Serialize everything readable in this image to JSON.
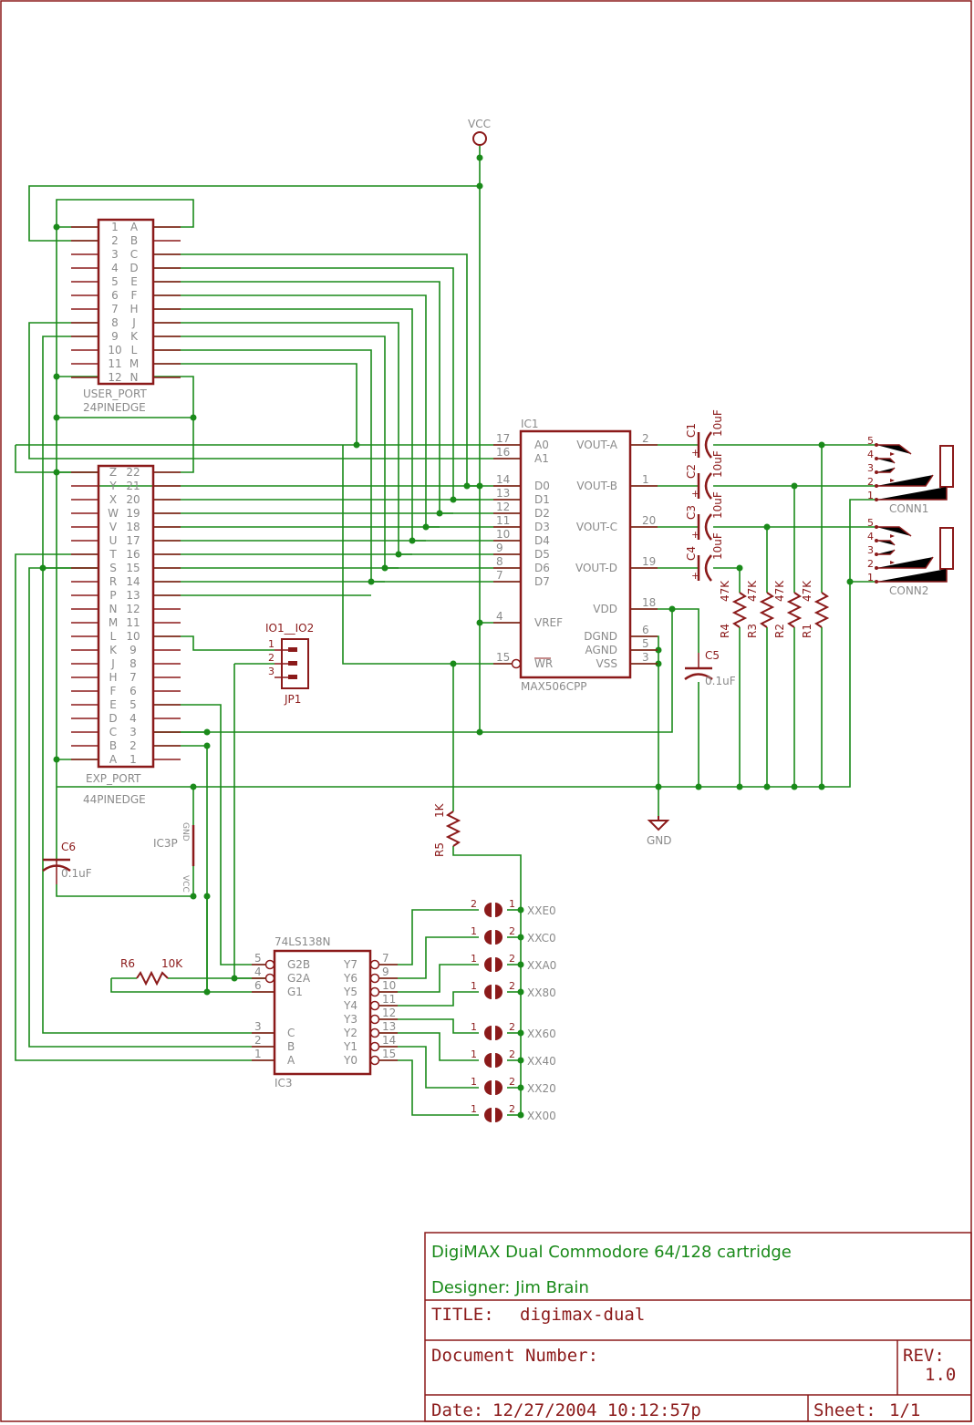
{
  "title_block": {
    "project_title": "DigiMAX Dual Commodore 64/128 cartridge",
    "designer": "Designer: Jim Brain",
    "title_label": "TITLE:",
    "title_value": "digimax-dual",
    "doc_number_label": "Document Number:",
    "rev_label": "REV:",
    "rev_value": "1.0",
    "date_label": "Date:",
    "date_value": "12/27/2004 10:12:57p",
    "sheet_label": "Sheet:",
    "sheet_value": "1/1"
  },
  "power": {
    "vcc": "VCC",
    "gnd": "GND"
  },
  "user_port": {
    "name": "USER_PORT",
    "value": "24PINEDGE",
    "left_pins": [
      "1",
      "2",
      "3",
      "4",
      "5",
      "6",
      "7",
      "8",
      "9",
      "10",
      "11",
      "12"
    ],
    "right_pins": [
      "A",
      "B",
      "C",
      "D",
      "E",
      "F",
      "H",
      "J",
      "K",
      "L",
      "M",
      "N"
    ]
  },
  "exp_port": {
    "name": "EXP_PORT",
    "value": "44PINEDGE",
    "left_pins": [
      "Z",
      "Y",
      "X",
      "W",
      "V",
      "U",
      "T",
      "S",
      "R",
      "P",
      "N",
      "M",
      "L",
      "K",
      "J",
      "H",
      "F",
      "E",
      "D",
      "C",
      "B",
      "A"
    ],
    "right_pins": [
      "22",
      "21",
      "20",
      "19",
      "18",
      "17",
      "16",
      "15",
      "14",
      "13",
      "12",
      "11",
      "10",
      "9",
      "8",
      "7",
      "6",
      "5",
      "4",
      "3",
      "2",
      "1"
    ]
  },
  "ic1": {
    "ref": "IC1",
    "value": "MAX506CPP",
    "left_pins": [
      {
        "num": "17",
        "name": "A0"
      },
      {
        "num": "16",
        "name": "A1"
      },
      {
        "num": "14",
        "name": "D0"
      },
      {
        "num": "13",
        "name": "D1"
      },
      {
        "num": "12",
        "name": "D2"
      },
      {
        "num": "11",
        "name": "D3"
      },
      {
        "num": "10",
        "name": "D4"
      },
      {
        "num": "9",
        "name": "D5"
      },
      {
        "num": "8",
        "name": "D6"
      },
      {
        "num": "7",
        "name": "D7"
      },
      {
        "num": "4",
        "name": "VREF"
      },
      {
        "num": "15",
        "name": "WR"
      }
    ],
    "right_pins": [
      {
        "num": "2",
        "name": "VOUT-A"
      },
      {
        "num": "1",
        "name": "VOUT-B"
      },
      {
        "num": "20",
        "name": "VOUT-C"
      },
      {
        "num": "19",
        "name": "VOUT-D"
      },
      {
        "num": "18",
        "name": "VDD"
      },
      {
        "num": "6",
        "name": "DGND"
      },
      {
        "num": "5",
        "name": "AGND"
      },
      {
        "num": "3",
        "name": "VSS"
      }
    ]
  },
  "ic3": {
    "ref": "IC3",
    "value": "74LS138N",
    "left_pins": [
      {
        "num": "5",
        "name": "G2B"
      },
      {
        "num": "4",
        "name": "G2A"
      },
      {
        "num": "6",
        "name": "G1"
      },
      {
        "num": "3",
        "name": "C"
      },
      {
        "num": "2",
        "name": "B"
      },
      {
        "num": "1",
        "name": "A"
      }
    ],
    "right_pins": [
      {
        "num": "7",
        "name": "Y7"
      },
      {
        "num": "9",
        "name": "Y6"
      },
      {
        "num": "10",
        "name": "Y5"
      },
      {
        "num": "11",
        "name": "Y4"
      },
      {
        "num": "12",
        "name": "Y3"
      },
      {
        "num": "13",
        "name": "Y2"
      },
      {
        "num": "14",
        "name": "Y1"
      },
      {
        "num": "15",
        "name": "Y0"
      }
    ]
  },
  "ic3p": {
    "ref": "IC3P",
    "gnd_pin": "GND",
    "vcc_pin": "VCC"
  },
  "jumper": {
    "ref": "JP1",
    "value": "IO1__IO2",
    "pins": [
      "1",
      "2",
      "3"
    ]
  },
  "capacitors": [
    {
      "ref": "C1",
      "value": "10uF"
    },
    {
      "ref": "C2",
      "value": "10uF"
    },
    {
      "ref": "C3",
      "value": "10uF"
    },
    {
      "ref": "C4",
      "value": "10uF"
    },
    {
      "ref": "C5",
      "value": "0.1uF"
    },
    {
      "ref": "C6",
      "value": "0.1uF"
    }
  ],
  "resistors": [
    {
      "ref": "R1",
      "value": "47K"
    },
    {
      "ref": "R2",
      "value": "47K"
    },
    {
      "ref": "R3",
      "value": "47K"
    },
    {
      "ref": "R4",
      "value": "47K"
    },
    {
      "ref": "R5",
      "value": "1K"
    },
    {
      "ref": "R6",
      "value": "10K"
    }
  ],
  "connectors": [
    {
      "ref": "CONN1",
      "pins": [
        "5",
        "4",
        "3",
        "2",
        "1"
      ]
    },
    {
      "ref": "CONN2",
      "pins": [
        "5",
        "4",
        "3",
        "2",
        "1"
      ]
    }
  ],
  "solder_jumpers": [
    {
      "label": "XXE0",
      "pin_left": "2",
      "pin_right": "1"
    },
    {
      "label": "XXC0",
      "pin_left": "1",
      "pin_right": "2"
    },
    {
      "label": "XXA0",
      "pin_left": "1",
      "pin_right": "2"
    },
    {
      "label": "XX80",
      "pin_left": "1",
      "pin_right": "2"
    },
    {
      "label": "XX60",
      "pin_left": "1",
      "pin_right": "2"
    },
    {
      "label": "XX40",
      "pin_left": "1",
      "pin_right": "2"
    },
    {
      "label": "XX20",
      "pin_left": "1",
      "pin_right": "2"
    },
    {
      "label": "XX00",
      "pin_left": "1",
      "pin_right": "2"
    }
  ]
}
